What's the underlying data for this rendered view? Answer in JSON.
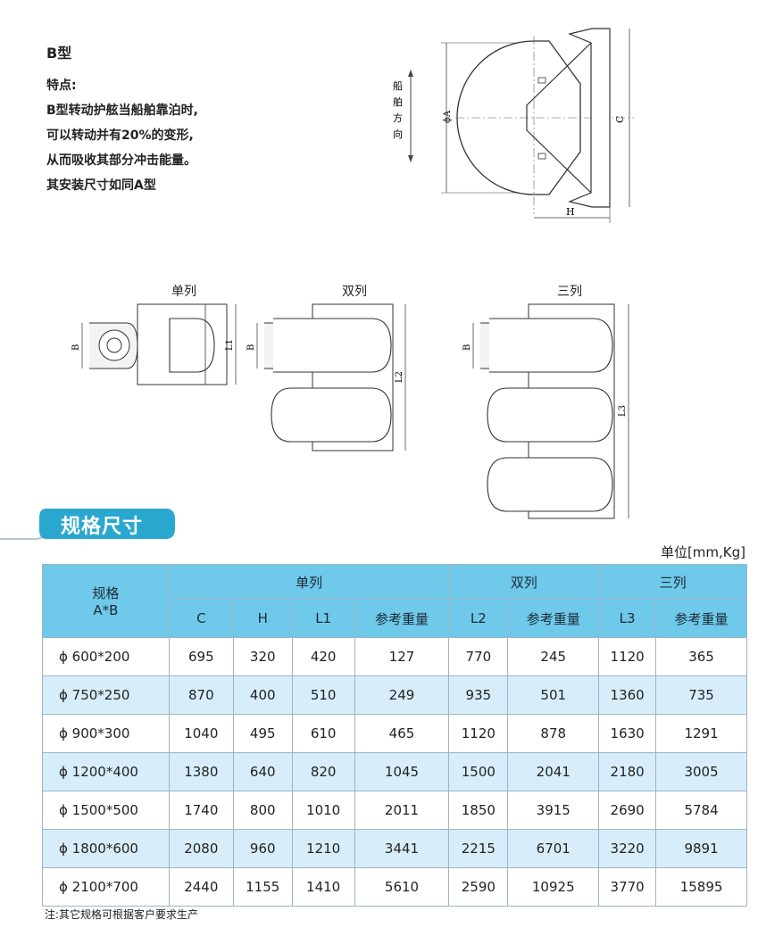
{
  "intro": {
    "title": "B型",
    "lines": [
      "特点:",
      "B型转动护舷当船舶靠泊时,",
      "可以转动并有20%的变形,",
      "从而吸收其部分冲击能量。",
      "其安装尺寸如同A型"
    ]
  },
  "drawing": {
    "direction_chars": [
      "船",
      "舶",
      "方",
      "向"
    ],
    "phi_a": "ϕA",
    "c": "C",
    "h": "H"
  },
  "layouts": {
    "single": {
      "title": "单列",
      "b": "B",
      "l": "L1"
    },
    "double": {
      "title": "双列",
      "b": "B",
      "l": "L2"
    },
    "triple": {
      "title": "三列",
      "b": "B",
      "l": "L3"
    }
  },
  "section": {
    "title": "规格尺寸",
    "unit": "单位[mm,Kg]"
  },
  "table": {
    "spec_header": [
      "规格",
      "A*B"
    ],
    "groups": [
      "单列",
      "双列",
      "三列"
    ],
    "columns": [
      "C",
      "H",
      "L1",
      "参考重量",
      "L2",
      "参考重量",
      "L3",
      "参考重量"
    ],
    "rows": [
      [
        "ϕ 600*200",
        "695",
        "320",
        "420",
        "127",
        "770",
        "245",
        "1120",
        "365"
      ],
      [
        "ϕ 750*250",
        "870",
        "400",
        "510",
        "249",
        "935",
        "501",
        "1360",
        "735"
      ],
      [
        "ϕ 900*300",
        "1040",
        "495",
        "610",
        "465",
        "1120",
        "878",
        "1630",
        "1291"
      ],
      [
        "ϕ 1200*400",
        "1380",
        "640",
        "820",
        "1045",
        "1500",
        "2041",
        "2180",
        "3005"
      ],
      [
        "ϕ 1500*500",
        "1740",
        "800",
        "1010",
        "2011",
        "1850",
        "3915",
        "2690",
        "5784"
      ],
      [
        "ϕ 1800*600",
        "2080",
        "960",
        "1210",
        "3441",
        "2215",
        "6701",
        "3220",
        "9891"
      ],
      [
        "ϕ 2100*700",
        "2440",
        "1155",
        "1410",
        "5610",
        "2590",
        "10925",
        "3770",
        "15895"
      ]
    ]
  },
  "colors": {
    "header": "#6ec9ea",
    "alt_row": "#d7eefa",
    "banner": "#2aa7cf"
  },
  "note": "注:其它规格可根据客户要求生产"
}
